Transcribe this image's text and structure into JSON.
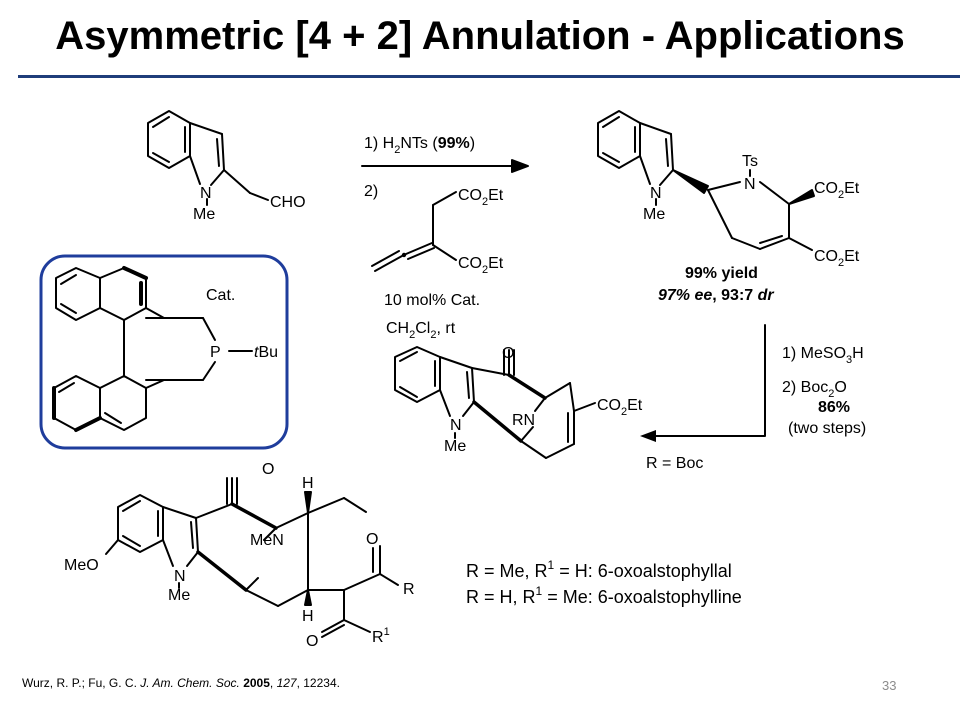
{
  "title": "Asymmetric [4 + 2] Annulation - Applications",
  "colors": {
    "title_rule": "#1f3d7a",
    "catalyst_box_border": "#1f3d9c",
    "page_number": "#8c8c8c"
  },
  "start_material": {
    "N_label": "N",
    "Me_label": "Me",
    "aldehyde_label": "CHO"
  },
  "step1": {
    "cond1_prefix": "1) H",
    "cond1_sub": "2",
    "cond1_mid": "NTs (",
    "cond1_bold": "99%",
    "cond1_suffix": ")",
    "cond2": "2)",
    "allene_ester_top": "CO",
    "allene_ester_top_sub": "2",
    "allene_ester_top_suffix": "Et",
    "allene_ester_bottom": "CO",
    "allene_ester_bottom_sub": "2",
    "allene_ester_bottom_suffix": "Et",
    "loading": "10 mol% Cat.",
    "solvent_prefix": "CH",
    "solvent_sub1": "2",
    "solvent_mid": "Cl",
    "solvent_sub2": "2",
    "solvent_suffix": ", rt"
  },
  "catalyst": {
    "label": "Cat.",
    "P_label": "P",
    "tBu_italic": "t",
    "tBu_rest": "Bu"
  },
  "product1": {
    "Ts_label": "Ts",
    "N_label": "N",
    "indole_N": "N",
    "Me_label": "Me",
    "ester_top": "CO",
    "ester_top_sub": "2",
    "ester_top_suffix": "Et",
    "ester_bottom": "CO",
    "ester_bottom_sub": "2",
    "ester_bottom_suffix": "Et",
    "yield": "99% yield",
    "ee_italic": "97% ee",
    "ee_rest": ", 93:7 ",
    "dr_italic": "dr"
  },
  "step2": {
    "cond1_prefix": "1) MeSO",
    "cond1_sub": "3",
    "cond1_suffix": "H",
    "cond2_prefix": "2) Boc",
    "cond2_sub": "2",
    "cond2_suffix": "O",
    "yield": "86%",
    "note": "(two steps)",
    "R_def": "R = Boc"
  },
  "product2": {
    "O_label": "O",
    "RN_label": "RN",
    "N_label": "N",
    "Me_label": "Me",
    "ester": "CO",
    "ester_sub": "2",
    "ester_suffix": "Et"
  },
  "natural_product": {
    "O_top": "O",
    "MeN_label": "MeN",
    "H_top": "H",
    "H_bottom": "H",
    "O_ring": "O",
    "R_label": "R",
    "MeO_label": "MeO",
    "N_label": "N",
    "Me_label": "Me",
    "O_carbonyl": "O",
    "R1_label": "R",
    "R1_sup": "1"
  },
  "definitions": {
    "line1_a": "R = Me, R",
    "line1_sup": "1",
    "line1_b": " = H: 6-oxoalstophyllal",
    "line2_a": "R = H, R",
    "line2_sup": "1",
    "line2_b": " = Me: 6-oxoalstophylline"
  },
  "citation": {
    "authors": "Wurz, R. P.; Fu, G. C. ",
    "journal": "J. Am. Chem. Soc.",
    "year": "2005",
    "volume": "127",
    "pages": ", 12234."
  },
  "page_number": "33"
}
